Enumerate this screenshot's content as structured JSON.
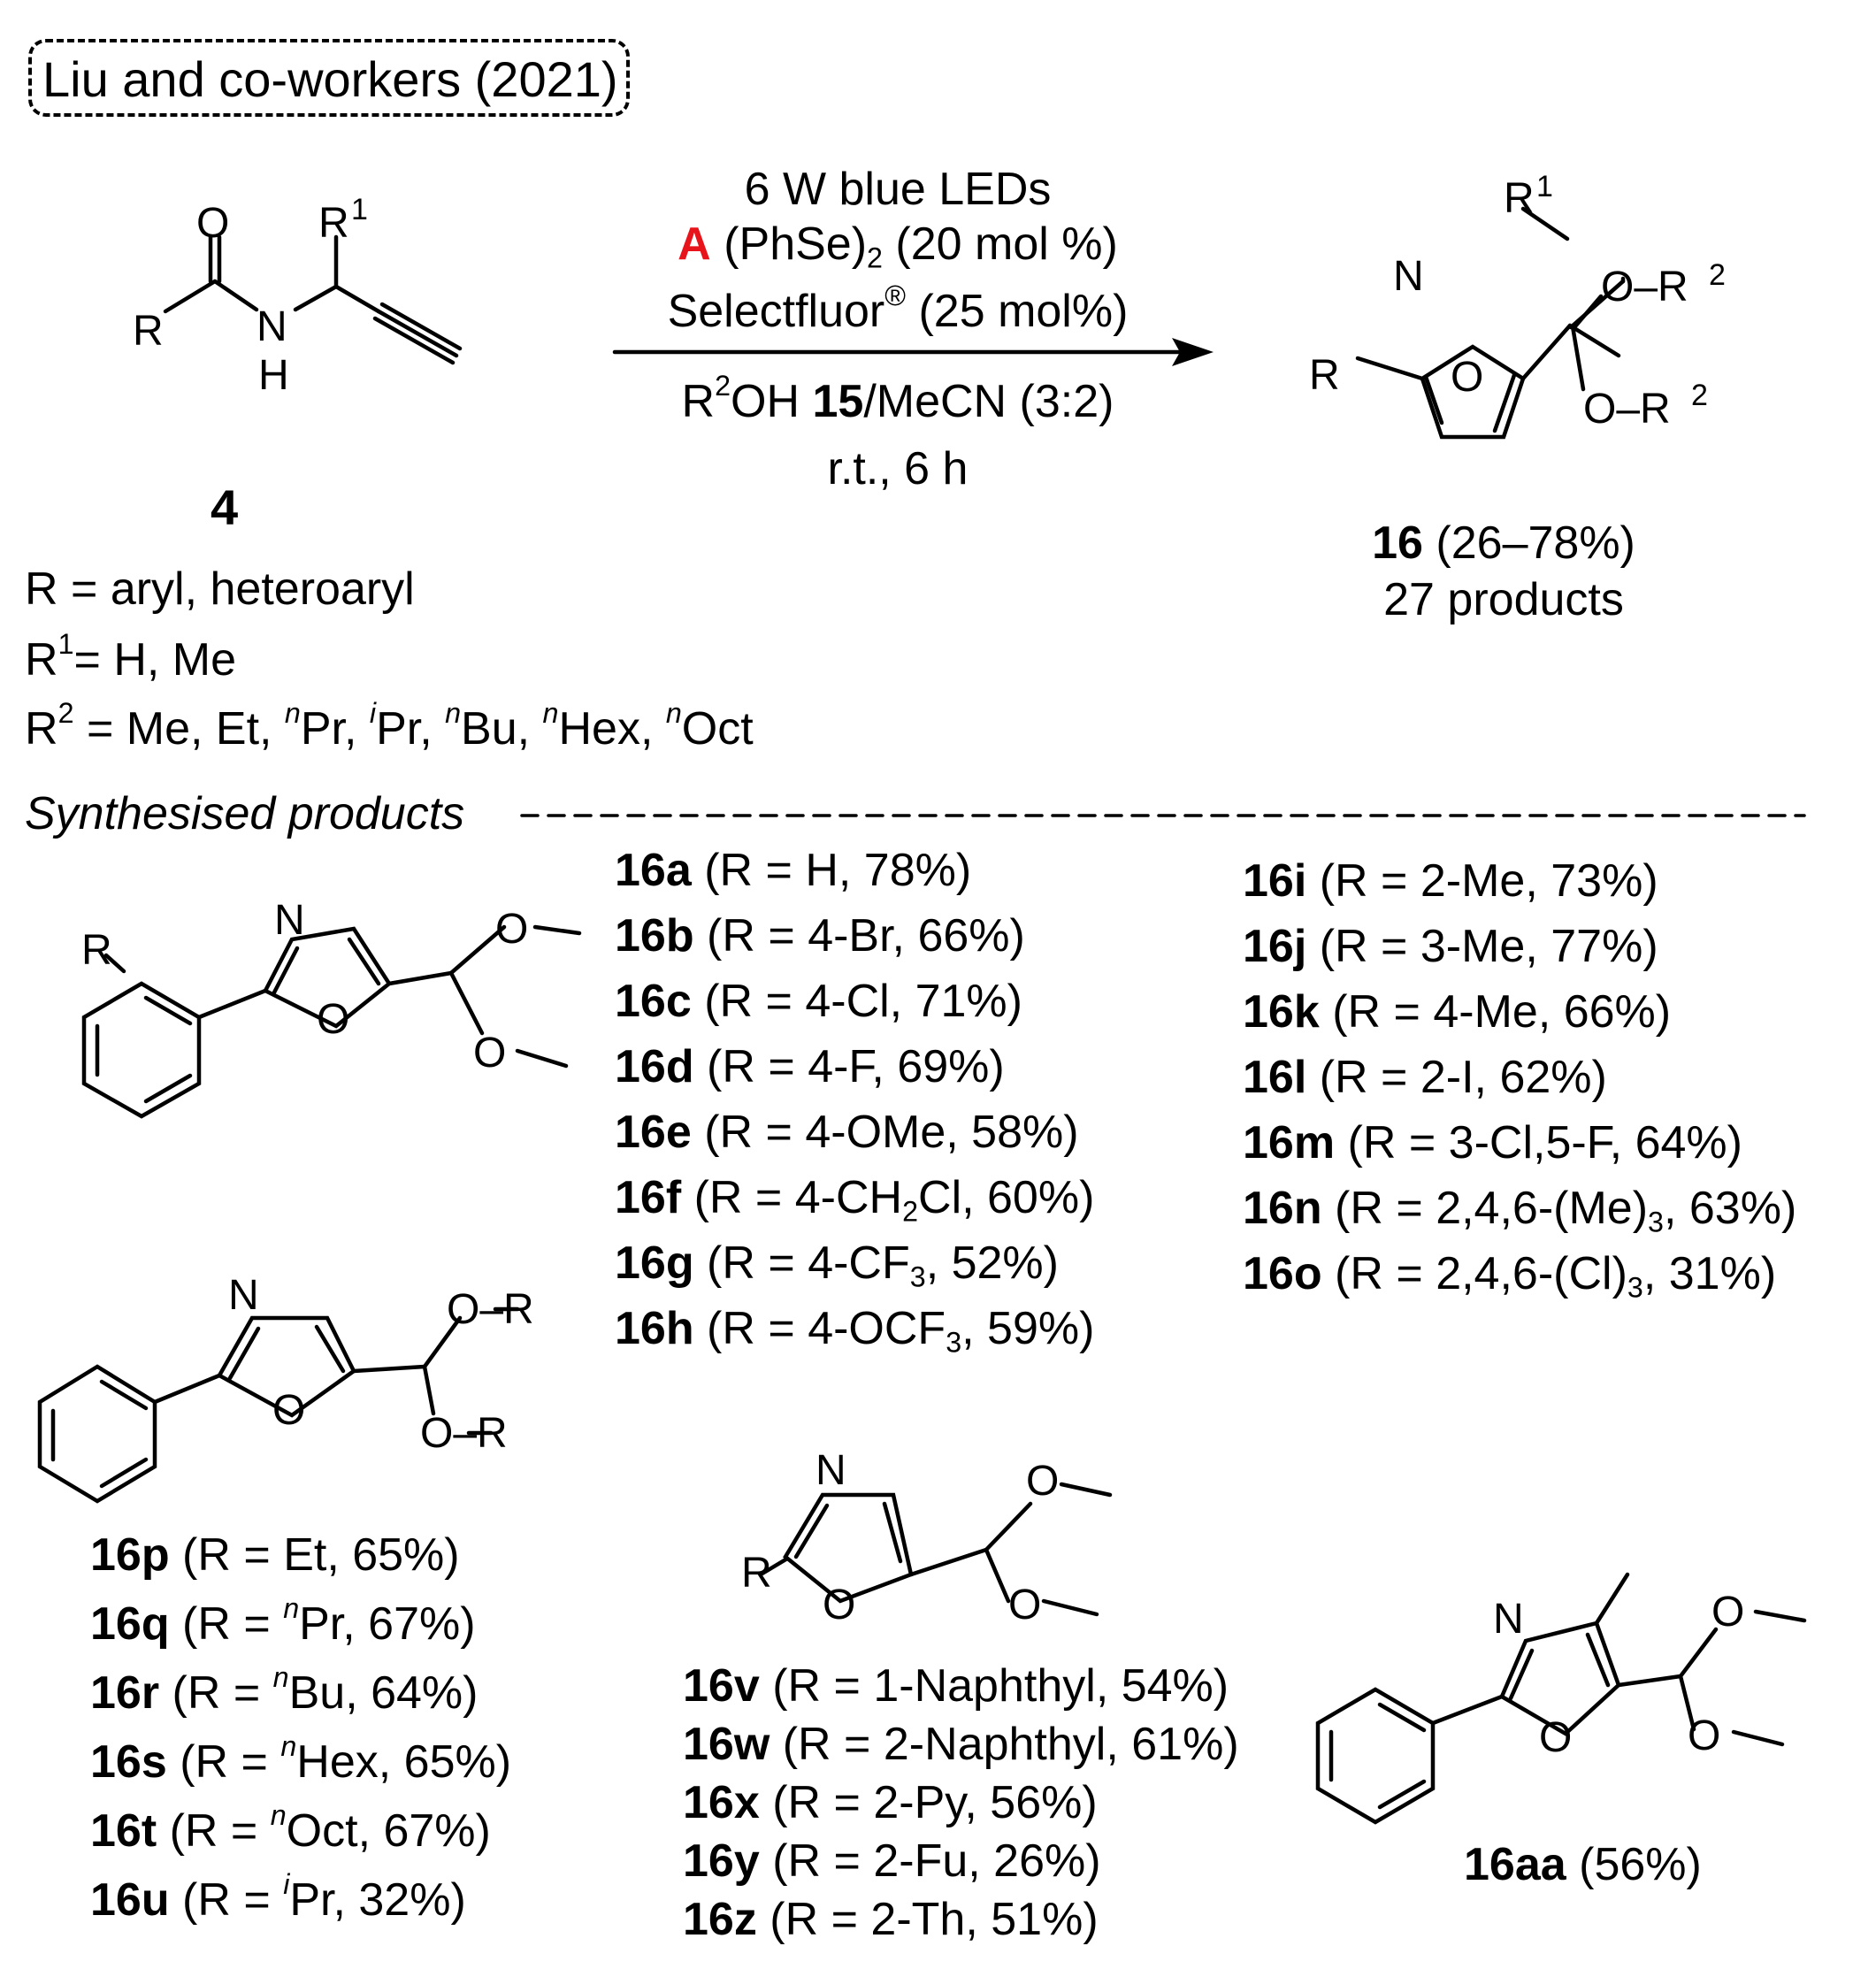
{
  "header": {
    "citation": "Liu and co-workers (2021)"
  },
  "reaction": {
    "conditions": {
      "light": "6 W blue LEDs",
      "label_a": "A",
      "catalyst": "(PhSe)",
      "catalyst_sub": "2",
      "catalyst_load": "(20 mol %)",
      "oxidant": "Selectfluor",
      "oxidant_mark": "®",
      "oxidant_load": "(25 mol%)",
      "solvent_r": "R",
      "solvent_sup": "2",
      "solvent_oh": "OH ",
      "solvent_num": "15",
      "solvent_rest": "/MeCN (3:2)",
      "temp_time": "r.t., 6 h"
    },
    "substrate": {
      "number": "4",
      "atom_o": "O",
      "atom_n": "N",
      "atom_h": "H",
      "atom_r": "R",
      "atom_r1": "R",
      "atom_r1_sup": "1"
    },
    "product": {
      "number": "16",
      "yield_range": "(26–78%)",
      "count": "27 products",
      "atom_n": "N",
      "atom_o": "O",
      "atom_r": "R",
      "atom_r1": "R",
      "sup1": "1",
      "sup2": "2",
      "o_r2": "O–R"
    },
    "scope": {
      "r": "R = aryl, heteroaryl",
      "r1_a": "R",
      "r1_sup": "1",
      "r1_b": "= H, Me",
      "r2_a": "R",
      "r2_sup": "2",
      "r2_b": " = Me, Et, ",
      "n": "n",
      "i": "i",
      "pr": "Pr, ",
      "ipr": "Pr, ",
      "bu": "Bu, ",
      "hex": "Hex, ",
      "oct": "Oct"
    }
  },
  "section": {
    "title": "Synthesised products"
  },
  "products": {
    "group1": [
      {
        "id": "16a",
        "text": " (R = H, 78%)"
      },
      {
        "id": "16b",
        "text": " (R = 4-Br, 66%)"
      },
      {
        "id": "16c",
        "text": " (R = 4-Cl, 71%)"
      },
      {
        "id": "16d",
        "text": " (R = 4-F, 69%)"
      },
      {
        "id": "16e",
        "text": " (R = 4-OMe, 58%)"
      },
      {
        "id": "16f",
        "pre": " (R = 4-CH",
        "sub": "2",
        "post": "Cl, 60%)"
      },
      {
        "id": "16g",
        "pre": " (R = 4-CF",
        "sub": "3",
        "post": ", 52%)"
      },
      {
        "id": "16h",
        "pre": " (R = 4-OCF",
        "sub": "3",
        "post": ", 59%)"
      }
    ],
    "group2": [
      {
        "id": "16i",
        "text": " (R = 2-Me, 73%)"
      },
      {
        "id": "16j",
        "text": " (R = 3-Me, 77%)"
      },
      {
        "id": "16k",
        "text": " (R = 4-Me, 66%)"
      },
      {
        "id": "16l",
        "text": " (R = 2-I, 62%)"
      },
      {
        "id": "16m",
        "text": " (R = 3-Cl,5-F, 64%)"
      },
      {
        "id": "16n",
        "pre": " (R = 2,4,6-(Me)",
        "sub": "3",
        "post": ", 63%)"
      },
      {
        "id": "16o",
        "pre": " (R = 2,4,6-(Cl)",
        "sub": "3",
        "post": ", 31%)"
      }
    ],
    "group3": [
      {
        "id": "16p",
        "text": " (R = Et, 65%)"
      },
      {
        "id": "16q",
        "pre": " (R = ",
        "sup": "n",
        "post": "Pr, 67%)"
      },
      {
        "id": "16r",
        "pre": " (R = ",
        "sup": "n",
        "post": "Bu, 64%)"
      },
      {
        "id": "16s",
        "pre": " (R = ",
        "sup": "n",
        "post": "Hex, 65%)"
      },
      {
        "id": "16t",
        "pre": " (R = ",
        "sup": "n",
        "post": "Oct, 67%)"
      },
      {
        "id": "16u",
        "pre": " (R = ",
        "sup": "i",
        "post": "Pr, 32%)"
      }
    ],
    "group4": [
      {
        "id": "16v",
        "text": " (R = 1-Naphthyl, 54%)"
      },
      {
        "id": "16w",
        "text": " (R = 2-Naphthyl, 61%)"
      },
      {
        "id": "16x",
        "text": " (R = 2-Py, 56%)"
      },
      {
        "id": "16y",
        "text": " (R = 2-Fu, 26%)"
      },
      {
        "id": "16z",
        "text": " (R = 2-Th, 51%)"
      }
    ],
    "single": {
      "id": "16aa",
      "text": " (56%)"
    },
    "atoms": {
      "n": "N",
      "o": "O",
      "r": "R",
      "o_r": "O–R"
    }
  }
}
